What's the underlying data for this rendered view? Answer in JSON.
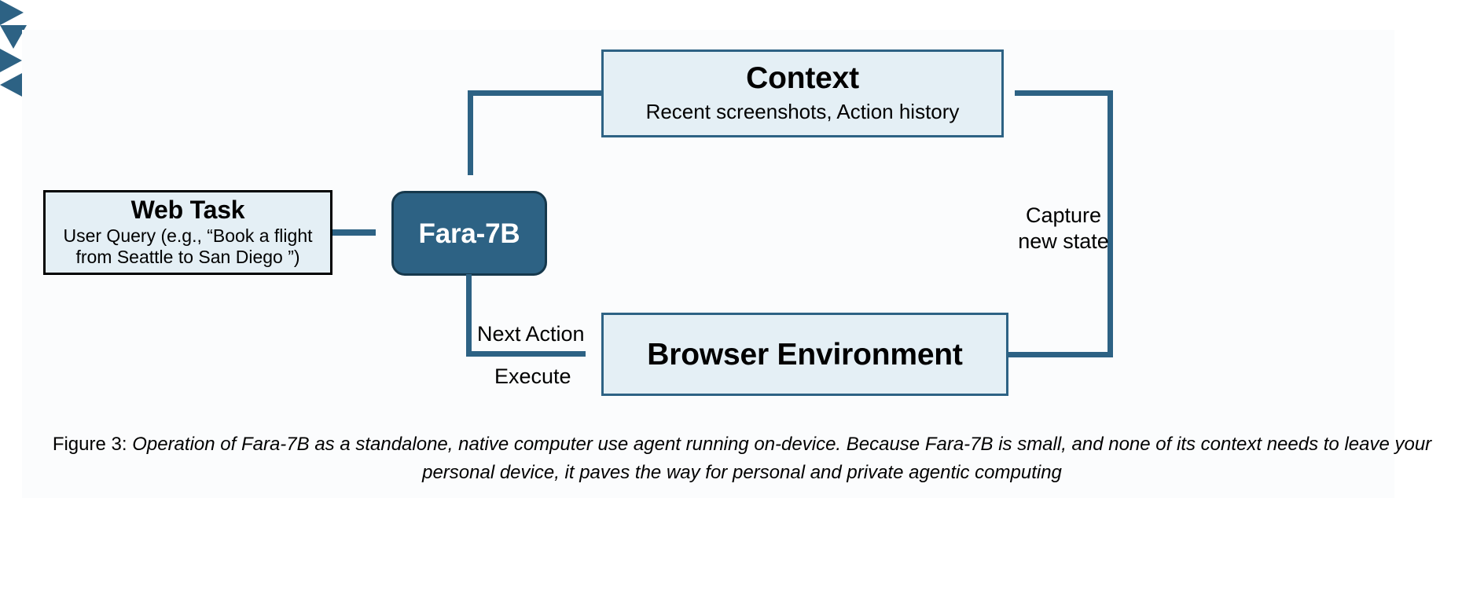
{
  "figure": {
    "caption_label": "Figure 3:",
    "caption_text": "Operation of Fara-7B as a standalone, native computer use agent running on-device. Because Fara-7B is small, and none of its context needs to leave your personal device, it paves the way for personal and private agentic computing"
  },
  "colors": {
    "box_fill": "#e4eff5",
    "box_border": "#2d6284",
    "webtask_border": "#000000",
    "agent_fill": "#2d6284",
    "agent_border": "#16384c",
    "arrow": "#2d6284",
    "text": "#000000",
    "agent_text": "#ffffff",
    "background": "#ffffff"
  },
  "nodes": {
    "web_task": {
      "title": "Web Task",
      "subtitle_line1": "User Query (e.g., “Book a flight",
      "subtitle_line2": "from Seattle to San Diego ”)"
    },
    "agent": {
      "title": "Fara-7B"
    },
    "context": {
      "title": "Context",
      "subtitle": "Recent screenshots, Action history"
    },
    "browser": {
      "title": "Browser Environment"
    }
  },
  "edges": {
    "web_task_to_agent": {
      "label": ""
    },
    "context_to_agent": {
      "label": ""
    },
    "agent_to_browser": {
      "label_line1": "Next Action",
      "label_line2": "Execute"
    },
    "browser_to_context": {
      "label_line1": "Capture",
      "label_line2": "new state"
    }
  }
}
